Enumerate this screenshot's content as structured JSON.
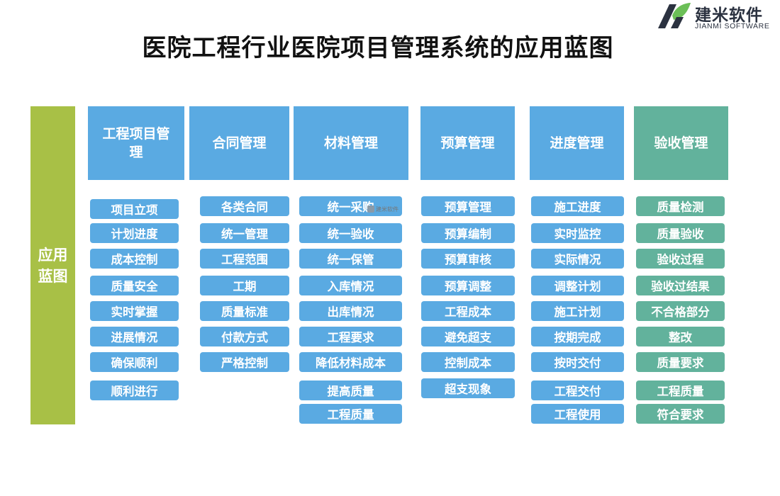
{
  "brand": {
    "name": "建米软件",
    "subtitle": "JIANMI SOFTWARE",
    "colors": {
      "dark": "#2b3240",
      "accent": "#6bbf57"
    }
  },
  "title": "医院工程行业医院项目管理系统的应用蓝图",
  "side_label": "应用蓝图",
  "watermark": "建米软件",
  "colors": {
    "side": "#a8c046",
    "blue": "#5aaae2",
    "green": "#62b29c"
  },
  "columns": [
    {
      "header": "工程项目管理",
      "color": "blue",
      "items": [
        "项目立项",
        "计划进度",
        "成本控制",
        "质量安全",
        "实时掌握",
        "进展情况",
        "确保顺利",
        "顺利进行"
      ]
    },
    {
      "header": "合同管理",
      "color": "blue",
      "items": [
        "各类合同",
        "统一管理",
        "工程范围",
        "工期",
        "质量标准",
        "付款方式",
        "严格控制"
      ]
    },
    {
      "header": "材料管理",
      "color": "blue",
      "items": [
        "统一采购",
        "统一验收",
        "统一保管",
        "入库情况",
        "出库情况",
        "工程要求",
        "降低材料成本",
        "提高质量",
        "工程质量"
      ]
    },
    {
      "header": "预算管理",
      "color": "blue",
      "items": [
        "预算管理",
        "预算编制",
        "预算审核",
        "预算调整",
        "工程成本",
        "避免超支",
        "控制成本",
        "超支现象"
      ]
    },
    {
      "header": "进度管理",
      "color": "blue",
      "items": [
        "施工进度",
        "实时监控",
        "实际情况",
        "调整计划",
        "施工计划",
        "按期完成",
        "按时交付",
        "工程交付",
        "工程使用"
      ]
    },
    {
      "header": "验收管理",
      "color": "green",
      "items": [
        "质量检测",
        "质量验收",
        "验收过程",
        "验收过结果",
        "不合格部分",
        "整改",
        "质量要求",
        "工程质量",
        "符合要求"
      ]
    }
  ]
}
